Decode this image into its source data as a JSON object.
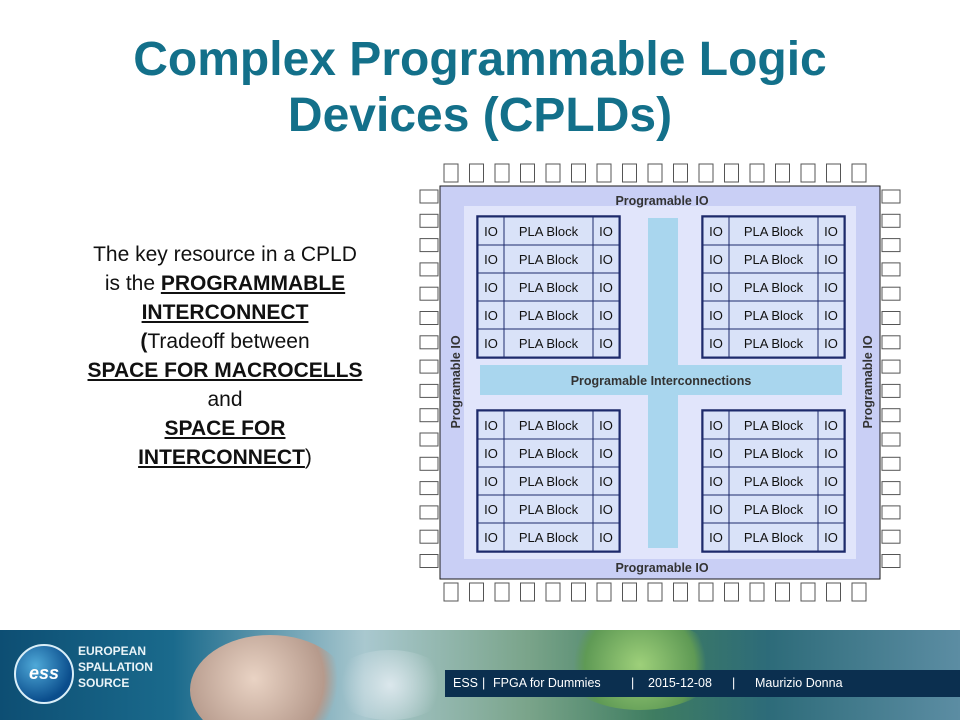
{
  "title": {
    "line1": "Complex Programmable Logic",
    "line2": "Devices (CPLDs)"
  },
  "description": {
    "line1": "The key resource in a CPLD",
    "line2_plain": "is the ",
    "line2_bold": "PROGRAMMABLE",
    "line3_bold": "INTERCONNECT",
    "line4_paren": "(",
    "line4_plain": "Tradeoff between",
    "line5_bold": "SPACE FOR MACROCELLS",
    "line6": "and",
    "line7_bold": "SPACE FOR",
    "line8_bold": "INTERCONNECT",
    "line8_close": ")"
  },
  "diagram": {
    "top_label": "Programable IO",
    "bottom_label": "Programable IO",
    "left_label": "Programable IO",
    "right_label": "Programable IO",
    "center_label": "Programable Interconnections",
    "io_label": "IO",
    "pla_label": "PLA Block",
    "blocks_per_quadrant": 5,
    "colors": {
      "outer": "#c9cff5",
      "inner": "#e1e5fb",
      "bus": "#a9d6ee",
      "cell": "#d9e2f8",
      "stroke": "#1a1a1a",
      "pins": "#ffffff"
    }
  },
  "footer": {
    "logo_text": "ess",
    "org_line1": "EUROPEAN",
    "org_line2": "SPALLATION",
    "org_line3": "SOURCE",
    "org_short": "ESS",
    "sep1": "|",
    "event": "FPGA for Dummies",
    "sep2": "|",
    "date": "2015-12-08",
    "sep3": "|",
    "author": "Maurizio Donna"
  }
}
